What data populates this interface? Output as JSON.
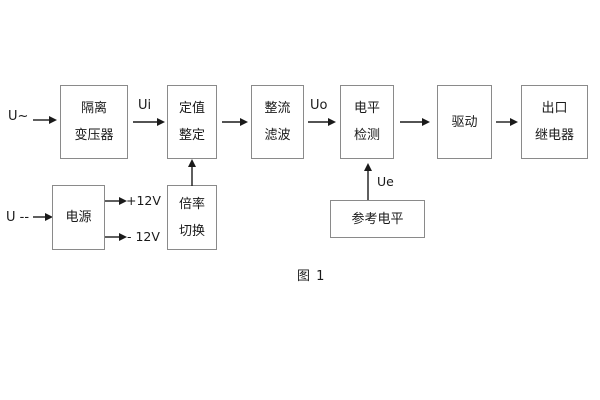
{
  "figure": {
    "caption": "图 1",
    "stroke_color": "#8a8a8a",
    "text_color": "#1a1a1a",
    "background": "#ffffff"
  },
  "inputs": {
    "ac_source": "U~",
    "dc_source": "U --"
  },
  "blocks": {
    "isolation_transformer": {
      "line1": "隔离",
      "line2": "变压器"
    },
    "setting_value": {
      "line1": "定值",
      "line2": "整定"
    },
    "rectify_filter": {
      "line1": "整流",
      "line2": "滤波"
    },
    "level_detect": {
      "line1": "电平",
      "line2": "检测"
    },
    "drive": {
      "line1": "驱动"
    },
    "output_relay": {
      "line1": "出口",
      "line2": "继电器"
    },
    "power_supply": {
      "line1": "电源"
    },
    "multiplier_switch": {
      "line1": "倍率",
      "line2": "切换"
    },
    "reference_level": {
      "line1": "参考电平"
    }
  },
  "signals": {
    "ui": "Ui",
    "uo": "Uo",
    "ue": "Ue",
    "pos12v": "+12V",
    "neg12v": "- 12V"
  }
}
